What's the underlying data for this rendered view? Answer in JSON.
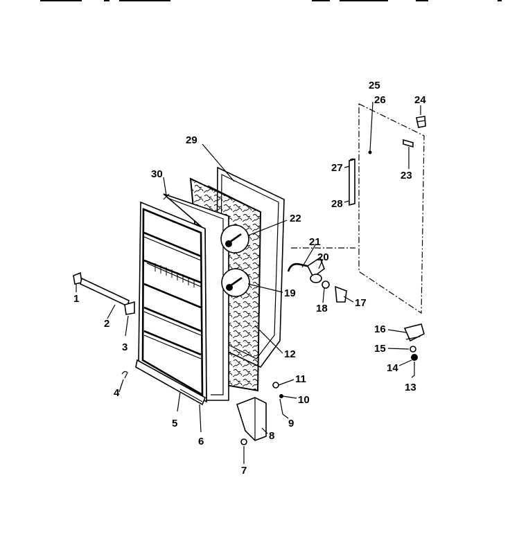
{
  "diagram": {
    "labels": [
      "1",
      "2",
      "3",
      "4",
      "5",
      "6",
      "7",
      "8",
      "9",
      "10",
      "11",
      "12",
      "13",
      "14",
      "15",
      "16",
      "17",
      "18",
      "19",
      "20",
      "21",
      "22",
      "23",
      "24",
      "25",
      "26",
      "27",
      "28",
      "29",
      "30"
    ]
  },
  "colors": {
    "ink": "#000000",
    "paper": "#ffffff"
  }
}
